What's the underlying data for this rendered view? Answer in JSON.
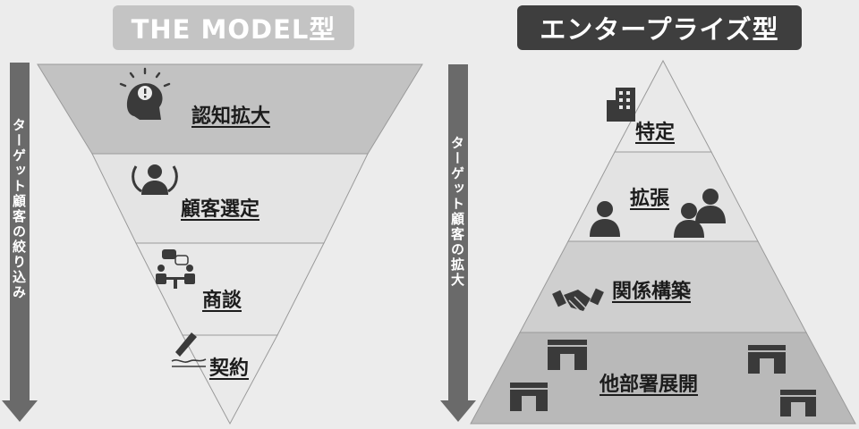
{
  "left_model": {
    "title": "THE MODEL型",
    "arrow_label": "ターゲット顧客の絞り込み",
    "stages": [
      "認知拡大",
      "顧客選定",
      "商談",
      "契約"
    ],
    "icons": [
      "idea-head-icon",
      "award-person-icon",
      "meeting-icon",
      "signature-icon"
    ]
  },
  "right_model": {
    "title": "エンタープライズ型",
    "arrow_label": "ターゲット顧客の拡大",
    "stages": [
      "特定",
      "拡張",
      "関係構築",
      "他部署展開"
    ],
    "icons": [
      "office-building-icon",
      "people-group-icon",
      "handshake-icon",
      "department-icon"
    ]
  },
  "colors": {
    "funnel_top": "#c2c2c2",
    "funnel_mid": "#e6e6e6",
    "pyramid_top": "#e9e9e9",
    "pyramid_bottom": "#b9b9b9",
    "arrow": "#6a6a6a",
    "icon": "#3a3a3a"
  }
}
